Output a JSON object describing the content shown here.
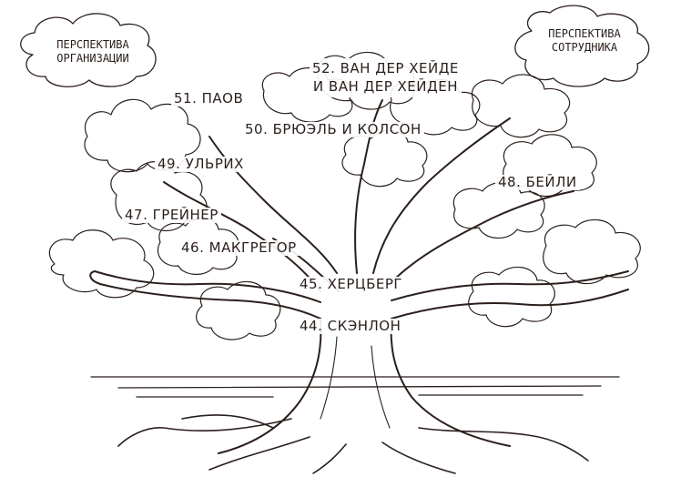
{
  "clouds": {
    "left": {
      "line1": "ПЕРСПЕКТИВА",
      "line2": "ОРГАНИЗАЦИИ"
    },
    "right": {
      "line1": "ПЕРСПЕКТИВА",
      "line2": "СОТРУДНИКА"
    }
  },
  "labels": {
    "l52_line1": "52. ВАН ДЕР ХЕЙДЕ",
    "l52_line2": "И ВАН ДЕР ХЕЙДЕН",
    "l51": "51. ПАОВ",
    "l50": "50. БРЮЭЛЬ И КОЛСОН",
    "l49": "49. УЛЬРИХ",
    "l48": "48. БЕЙЛИ",
    "l47": "47. ГРЕЙНЕР",
    "l46": "46. МАКГРЕГОР",
    "l45": "45. ХЕРЦБЕРГ",
    "l44": "44. СКЭНЛОН"
  },
  "colors": {
    "ink": "#2b1f1c",
    "background": "#ffffff"
  }
}
